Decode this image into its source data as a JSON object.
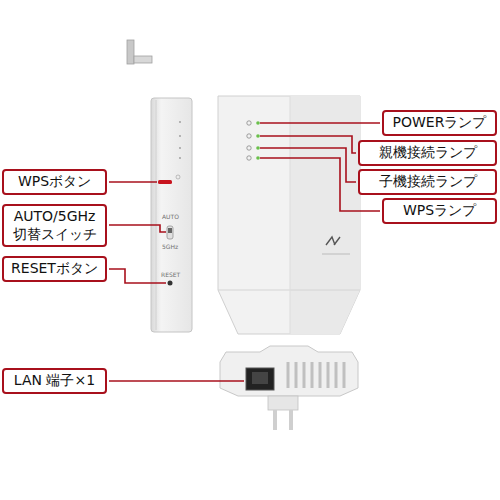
{
  "diagram": {
    "nodes": [
      {
        "text": [
          "POWERランプ"
        ]
      },
      {
        "text": [
          "親機接続ランプ"
        ]
      },
      {
        "text": [
          "WPSボタン"
        ]
      },
      {
        "text": [
          "子機接続ランプ"
        ]
      },
      {
        "text": [
          "WPSランプ"
        ]
      },
      {
        "text": [
          "AUTO/5GHz 切替スイッチ"
        ]
      },
      {
        "text": [
          "RESETボタン"
        ]
      },
      {
        "text": [
          "LAN 端子×1"
        ]
      }
    ],
    "labels": [
      "AUTO",
      "5GHz",
      "RESET"
    ]
  }
}
